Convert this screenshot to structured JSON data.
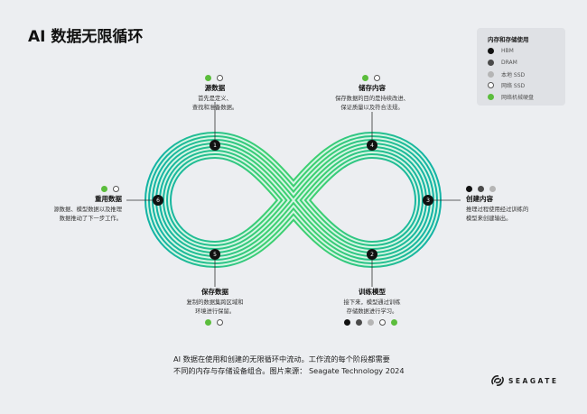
{
  "title": "AI 数据无限循环",
  "legend": {
    "title": "内存和存储使用",
    "items": [
      {
        "label": "HBM",
        "color": "#111111"
      },
      {
        "label": "DRAM",
        "color": "#4a4a4a"
      },
      {
        "label": "本地 SSD",
        "color": "#b5b5b5"
      },
      {
        "label": "网络 SSD",
        "color": "#ffffff"
      },
      {
        "label": "网络机械硬盘",
        "color": "#5bbd3c"
      }
    ]
  },
  "stages": [
    {
      "num": "1",
      "title": "源数据",
      "desc1": "首先是定义、",
      "desc2": "查找和准备数据。"
    },
    {
      "num": "2",
      "title": "训练模型",
      "desc1": "接下来，模型通过训练",
      "desc2": "存储数据进行学习。"
    },
    {
      "num": "3",
      "title": "创建内容",
      "desc1": "推理过程使用经过训练的",
      "desc2": "模型来创建输出。"
    },
    {
      "num": "4",
      "title": "储存内容",
      "desc1": "保存数据的目的是持续改进、",
      "desc2": "保证质量以及符合法规。"
    },
    {
      "num": "5",
      "title": "保存数据",
      "desc1": "复制的数据集跨区域和",
      "desc2": "环境进行保留。"
    },
    {
      "num": "6",
      "title": "重用数据",
      "desc1": "源数据、模型数据以及推理",
      "desc2": "数据推动了下一步工作。"
    }
  ],
  "caption": {
    "line1": "AI 数据在使用和创建的无限循环中流动。工作流的每个阶段都需要",
    "line2": "不同的内存与存储设备组合。图片来源： Seagate Technology 2024"
  },
  "brand": "SEAGATE"
}
